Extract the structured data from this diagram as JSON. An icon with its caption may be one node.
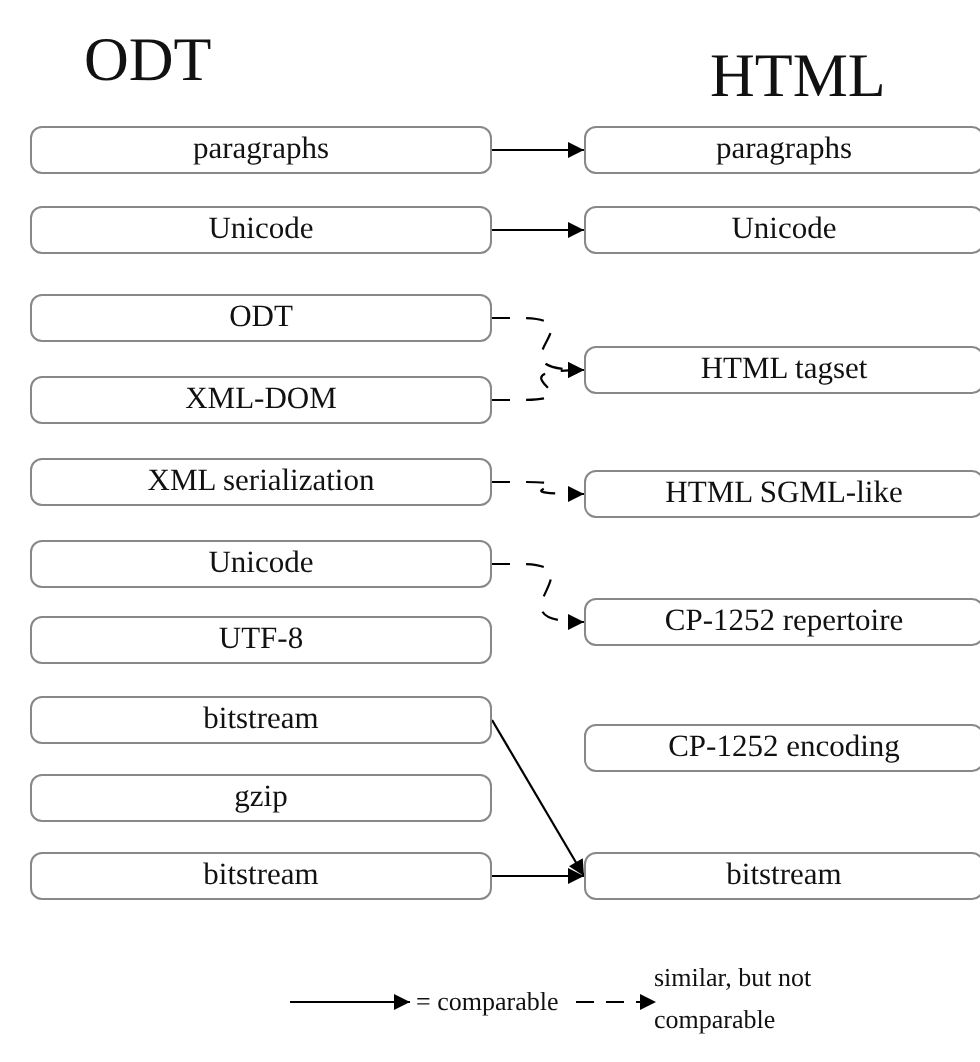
{
  "diagram": {
    "nodes": [
      {
        "text": [
          "paragraphs"
        ]
      },
      {
        "text": [
          "Unicode"
        ]
      },
      {
        "text": [
          "ODT"
        ]
      },
      {
        "text": [
          "XML-DOM"
        ]
      },
      {
        "text": [
          "XML serialization"
        ]
      },
      {
        "text": [
          "Unicode"
        ]
      },
      {
        "text": [
          "UTF-8"
        ]
      },
      {
        "text": [
          "bitstream"
        ]
      },
      {
        "text": [
          "gzip"
        ]
      },
      {
        "text": [
          "bitstream"
        ]
      },
      {
        "text": [
          "paragraphs"
        ]
      },
      {
        "text": [
          "Unicode"
        ]
      },
      {
        "text": [
          "HTML tagset"
        ]
      },
      {
        "text": [
          "HTML SGML-like"
        ]
      },
      {
        "text": [
          "CP-1252 repertoire"
        ]
      },
      {
        "text": [
          "CP-1252 encoding"
        ]
      },
      {
        "text": [
          "bitstream"
        ]
      }
    ],
    "edges": [
      {
        "from": 0,
        "to": 10,
        "arrow": "to"
      },
      {
        "from": 1,
        "to": 11,
        "arrow": "to"
      },
      {
        "from": 2,
        "to": 12,
        "arrow": "to",
        "style": "dashed"
      },
      {
        "from": 3,
        "to": 12,
        "arrow": "to",
        "style": "dashed"
      },
      {
        "from": 4,
        "to": 13,
        "arrow": "to",
        "style": "dashed"
      },
      {
        "from": 5,
        "to": 14,
        "arrow": "to",
        "style": "dashed"
      },
      {
        "from": 7,
        "to": 16,
        "arrow": "to"
      },
      {
        "from": 9,
        "to": 16,
        "arrow": "to"
      }
    ],
    "labels": [
      "ODT",
      "HTML"
    ],
    "legend": [
      {
        "text": "= comparable"
      },
      {
        "text": "similar, but not comparable"
      }
    ]
  }
}
